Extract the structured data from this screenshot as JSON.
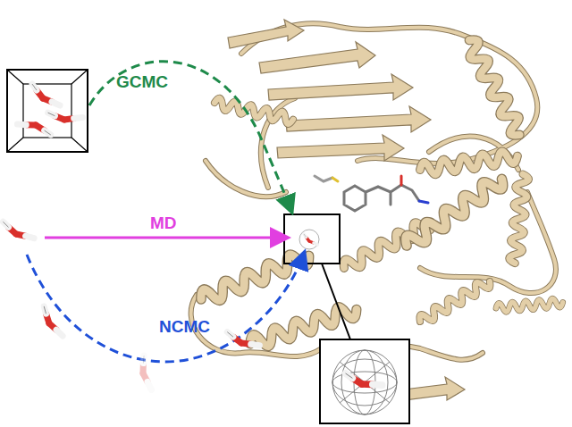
{
  "diagram": {
    "labels": [
      "GCMC",
      "MD",
      "NCMC"
    ]
  }
}
